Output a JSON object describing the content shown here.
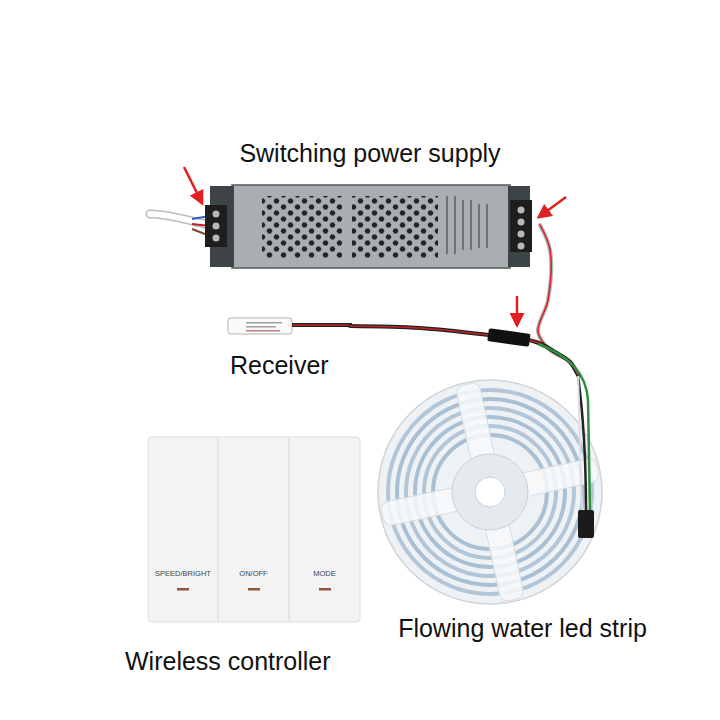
{
  "diagram": {
    "nodes": [
      {
        "text": [
          "Switching power supply"
        ]
      },
      {
        "text": [
          "Receiver"
        ]
      },
      {
        "text": [
          "Wireless controller"
        ]
      },
      {
        "text": [
          "SPEED/BRIGHT"
        ],
        "in": 2
      },
      {
        "text": [
          "ON/OFF"
        ],
        "in": 2
      },
      {
        "text": [
          "MODE"
        ],
        "in": 2
      },
      {
        "text": [
          "Flowing water led strip"
        ]
      }
    ],
    "edges": [
      {
        "from": 0,
        "to": 6,
        "arrow": "none"
      },
      {
        "from": 1,
        "to": 6,
        "arrow": "none"
      }
    ]
  }
}
